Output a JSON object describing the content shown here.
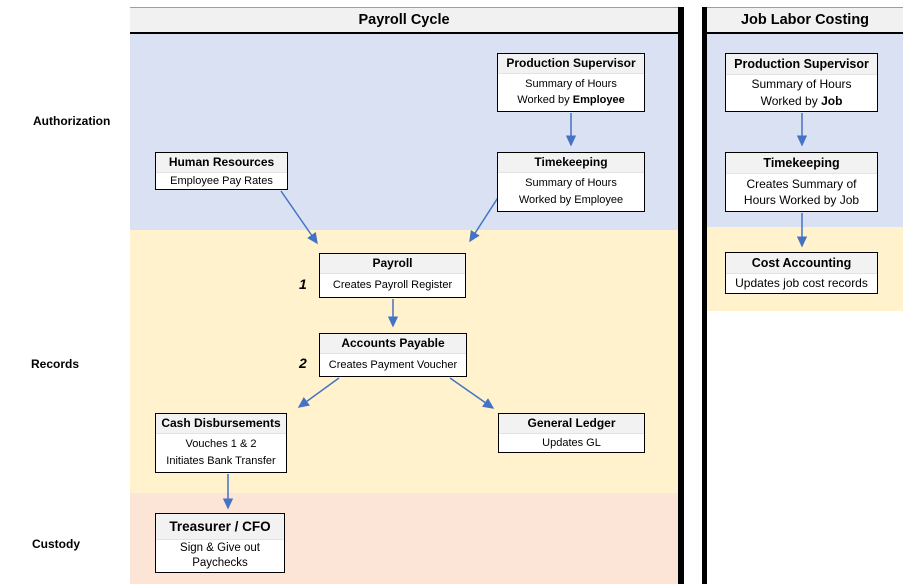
{
  "diagram_type": "flowchart-swimlane",
  "panels": [
    {
      "id": "payroll-cycle",
      "title": "Payroll Cycle"
    },
    {
      "id": "job-labor-costing",
      "title": "Job Labor Costing"
    }
  ],
  "lanes": [
    {
      "id": "authorization",
      "label": "Authorization"
    },
    {
      "id": "records",
      "label": "Records"
    },
    {
      "id": "custody",
      "label": "Custody"
    }
  ],
  "colors": {
    "authorization_lane": "#D9E1F2",
    "records_lane": "#FFF2CC",
    "custody_lane": "#FCE4D6",
    "arrow": "#4472C4",
    "node_title_bg": "#F2F2F2",
    "panel_header_bg": "#F1F1F1",
    "divider": "#000000"
  },
  "nodes": [
    {
      "id": "production-supervisor-payroll",
      "panel": "payroll-cycle",
      "lane": "authorization",
      "title": "Production Supervisor",
      "lines": [
        "Summary of Hours",
        "Worked by **Employee**"
      ]
    },
    {
      "id": "human-resources",
      "panel": "payroll-cycle",
      "lane": "authorization",
      "title": "Human Resources",
      "lines": [
        "Employee Pay Rates"
      ]
    },
    {
      "id": "timekeeping-payroll",
      "panel": "payroll-cycle",
      "lane": "authorization",
      "title": "Timekeeping",
      "lines": [
        "Summary of Hours",
        "Worked by Employee"
      ]
    },
    {
      "id": "payroll",
      "panel": "payroll-cycle",
      "lane": "records",
      "title": "Payroll",
      "lines": [
        "Creates Payroll Register"
      ]
    },
    {
      "id": "accounts-payable",
      "panel": "payroll-cycle",
      "lane": "records",
      "title": "Accounts Payable",
      "lines": [
        "Creates Payment Voucher"
      ]
    },
    {
      "id": "cash-disbursements",
      "panel": "payroll-cycle",
      "lane": "records",
      "title": "Cash Disbursements",
      "lines": [
        "Vouches 1 & 2",
        "Initiates Bank Transfer"
      ]
    },
    {
      "id": "general-ledger",
      "panel": "payroll-cycle",
      "lane": "records",
      "title": "General Ledger",
      "lines": [
        "Updates GL"
      ]
    },
    {
      "id": "treasurer-cfo",
      "panel": "payroll-cycle",
      "lane": "custody",
      "title": "Treasurer / CFO",
      "lines": [
        "Sign & Give out",
        "Paychecks"
      ]
    },
    {
      "id": "production-supervisor-job",
      "panel": "job-labor-costing",
      "lane": "authorization",
      "title": "Production Supervisor",
      "lines": [
        "Summary of Hours",
        "Worked by **Job**"
      ]
    },
    {
      "id": "timekeeping-job",
      "panel": "job-labor-costing",
      "lane": "authorization",
      "title": "Timekeeping",
      "lines": [
        "Creates Summary of",
        "Hours Worked by Job"
      ]
    },
    {
      "id": "cost-accounting",
      "panel": "job-labor-costing",
      "lane": "records",
      "title": "Cost Accounting",
      "lines": [
        "Updates job cost records"
      ]
    }
  ],
  "steps": [
    {
      "id": "step-1",
      "label": "1",
      "attached_to": "payroll"
    },
    {
      "id": "step-2",
      "label": "2",
      "attached_to": "accounts-payable"
    }
  ],
  "edges": [
    {
      "from": "production-supervisor-payroll",
      "to": "timekeeping-payroll"
    },
    {
      "from": "human-resources",
      "to": "payroll"
    },
    {
      "from": "timekeeping-payroll",
      "to": "payroll"
    },
    {
      "from": "payroll",
      "to": "accounts-payable"
    },
    {
      "from": "accounts-payable",
      "to": "cash-disbursements"
    },
    {
      "from": "accounts-payable",
      "to": "general-ledger"
    },
    {
      "from": "cash-disbursements",
      "to": "treasurer-cfo"
    },
    {
      "from": "production-supervisor-job",
      "to": "timekeeping-job"
    },
    {
      "from": "timekeeping-job",
      "to": "cost-accounting"
    }
  ]
}
